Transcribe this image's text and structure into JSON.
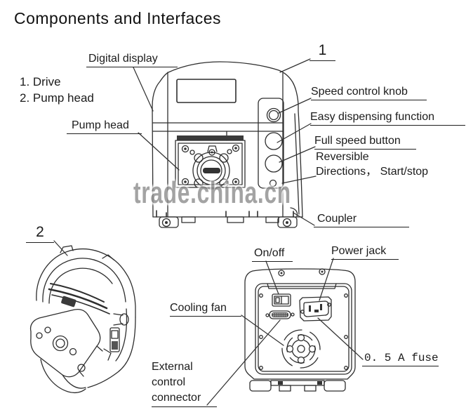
{
  "title": "Components and Interfaces",
  "legend": {
    "drive": "1. Drive",
    "pump_head": "2. Pump head"
  },
  "figure_numbers": {
    "drive": "1",
    "pump_head": "2"
  },
  "callouts": {
    "digital_display": "Digital display",
    "pump_head": "Pump head",
    "speed_control_knob": "Speed control knob",
    "easy_dispensing": "Easy dispensing function",
    "full_speed_button": "Full speed button",
    "reversible_line1": "Reversible",
    "reversible_line2": "Directions， Start/stop",
    "coupler": "Coupler",
    "on_off": "On/off",
    "power_jack": "Power jack",
    "cooling_fan": "Cooling fan",
    "external_control_line1": "External",
    "external_control_line2": "control",
    "external_control_line3": "connector",
    "fuse": "0. 5 A fuse"
  },
  "watermark": "trade.china.cn",
  "colors": {
    "line": "#2e2e2e",
    "text": "#1b1b1b",
    "watermark": "#8f8f8f",
    "background": "#ffffff"
  }
}
